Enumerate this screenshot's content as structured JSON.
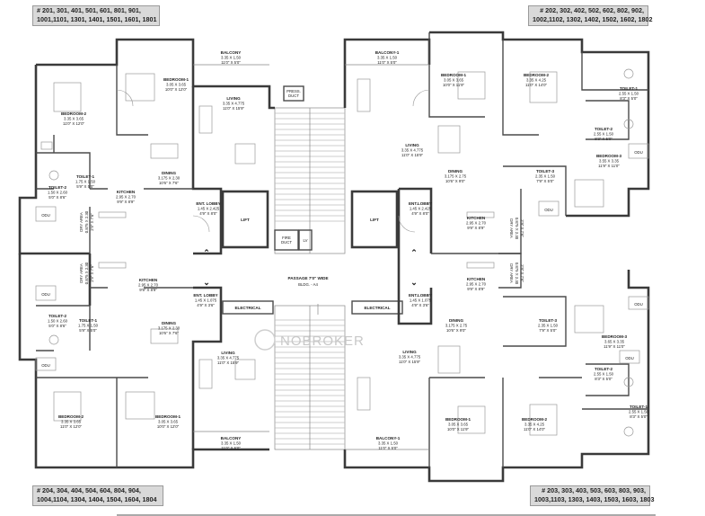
{
  "unit_labels": {
    "top_left": [
      "# 201, 301, 401, 501, 601, 801, 901,",
      "1001,1101, 1301, 1401, 1501, 1601, 1801"
    ],
    "top_right": [
      "# 202, 302, 402, 502, 602, 802, 902,",
      "1002,1102, 1302, 1402, 1502, 1602, 1802"
    ],
    "bottom_left": [
      "# 204, 304, 404, 504, 604, 804, 904,",
      "1004,1104, 1304, 1404, 1504, 1604, 1804"
    ],
    "bottom_right": [
      "# 203, 303, 403, 503, 603, 803, 903,",
      "1003,1103, 1303, 1403, 1503, 1603, 1803"
    ]
  },
  "rooms": [
    {
      "id": "tl-balcony",
      "name": "BALCONY",
      "dims": [
        "3.35 X 1.50",
        "11'0\" X 5'0\""
      ]
    },
    {
      "id": "tl-bed1",
      "name": "BEDROOM-1",
      "dims": [
        "3.05 X 3.65",
        "10'0\" X 12'0\""
      ]
    },
    {
      "id": "tl-bed2",
      "name": "BEDROOM-2",
      "dims": [
        "3.35 X 3.65",
        "11'0\" X 12'0\""
      ]
    },
    {
      "id": "tl-living",
      "name": "LIVING",
      "dims": [
        "3.35 X 4.775",
        "11'0\" X 15'9\""
      ]
    },
    {
      "id": "tl-toilet1",
      "name": "TOILET-1",
      "dims": [
        "1.75 X 1.50",
        "5'9\" X 5'0\""
      ]
    },
    {
      "id": "tl-toilet2",
      "name": "TOILET-2",
      "dims": [
        "1.50 X 2.60",
        "5'0\" X 8'6\""
      ]
    },
    {
      "id": "tl-dining",
      "name": "DINING",
      "dims": [
        "3.175 X 2.30",
        "10'6\" X 7'6\""
      ]
    },
    {
      "id": "tl-kitchen",
      "name": "KITCHEN",
      "dims": [
        "2.95 X 2.70",
        "9'9\" X 8'9\""
      ]
    },
    {
      "id": "tl-entlobby",
      "name": "ENT. LOBBY",
      "dims": [
        "1.45 X 2.425",
        "4'9\" X 8'0\""
      ]
    },
    {
      "id": "tl-dry",
      "name": "DRY AREA",
      "dims": [
        "0.875 X 2.30",
        "2'9\" X 7'6\""
      ]
    },
    {
      "id": "tr-balcony",
      "name": "BALCONY-1",
      "dims": [
        "3.35 X 1.50",
        "11'0\" X 5'0\""
      ]
    },
    {
      "id": "tr-bed1",
      "name": "BEDROOM-1",
      "dims": [
        "3.05 X 3.65",
        "10'0\" X 11'9\""
      ]
    },
    {
      "id": "tr-bed2",
      "name": "BEDROOM-2",
      "dims": [
        "3.35 X 4.25",
        "11'0\" X 14'0\""
      ]
    },
    {
      "id": "tr-toilet1",
      "name": "TOILET-1",
      "dims": [
        "2.55 X 1.50",
        "8'3\" X 5'0\""
      ]
    },
    {
      "id": "tr-toilet2",
      "name": "TOILET-2",
      "dims": [
        "2.55 X 1.50",
        "8'3\" X 5'0\""
      ]
    },
    {
      "id": "tr-living",
      "name": "LIVING",
      "dims": [
        "3.35 X 4.775",
        "11'0\" X 15'9\""
      ]
    },
    {
      "id": "tr-dining",
      "name": "DINING",
      "dims": [
        "3.175 X 2.75",
        "10'6\" X 9'0\""
      ]
    },
    {
      "id": "tr-bed3",
      "name": "BEDROOM-3",
      "dims": [
        "3.55 X 3.35",
        "11'9\" X 11'0\""
      ]
    },
    {
      "id": "tr-toilet3",
      "name": "TOILET-3",
      "dims": [
        "2.35 X 1.50",
        "7'9\" X 5'0\""
      ]
    },
    {
      "id": "tr-entlobby",
      "name": "ENT.LOBBY",
      "dims": [
        "1.45 X 2.425",
        "4'9\" X 8'0\""
      ]
    },
    {
      "id": "tr-kitchen",
      "name": "KITCHEN",
      "dims": [
        "2.95 X 2.70",
        "9'9\" X 8'9\""
      ]
    },
    {
      "id": "tr-dry",
      "name": "DRY AREA",
      "dims": [
        "0.875 X 2.30",
        "2'9\" X 7'6\""
      ]
    },
    {
      "id": "bl-kitchen",
      "name": "KITCHEN",
      "dims": [
        "2.95 X 2.70",
        "9'9\" X 8'9\""
      ]
    },
    {
      "id": "bl-dry",
      "name": "DRY AREA",
      "dims": [
        "0.875 X 2.30",
        "2'9\" X 7'6\""
      ]
    },
    {
      "id": "bl-entlobby",
      "name": "ENT. LOBBY",
      "dims": [
        "1.45 X 1.075",
        "4'9\" X 3'6\""
      ]
    },
    {
      "id": "bl-toilet2",
      "name": "TOILET-2",
      "dims": [
        "1.50 X 2.60",
        "5'0\" X 8'6\""
      ]
    },
    {
      "id": "bl-toilet1",
      "name": "TOILET-1",
      "dims": [
        "1.75 X 1.50",
        "5'9\" X 5'0\""
      ]
    },
    {
      "id": "bl-dining",
      "name": "DINING",
      "dims": [
        "3.175 X 2.30",
        "10'6\" X 7'6\""
      ]
    },
    {
      "id": "bl-living",
      "name": "LIVING",
      "dims": [
        "3.35 X 4.775",
        "11'0\" X 15'9\""
      ]
    },
    {
      "id": "bl-bed2",
      "name": "BEDROOM-2",
      "dims": [
        "3.35 X 3.65",
        "11'0\" X 12'0\""
      ]
    },
    {
      "id": "bl-bed1",
      "name": "BEDROOM-1",
      "dims": [
        "3.05 X 3.65",
        "10'0\" X 12'0\""
      ]
    },
    {
      "id": "bl-balcony",
      "name": "BALCONY",
      "dims": [
        "3.35 X 1.50",
        "11'0\" X 5'0\""
      ]
    },
    {
      "id": "br-entlobby",
      "name": "ENT.LOBBY",
      "dims": [
        "1.45 X 1.075",
        "4'9\" X 3'6\""
      ]
    },
    {
      "id": "br-kitchen",
      "name": "KITCHEN",
      "dims": [
        "2.95 X 2.70",
        "9'9\" X 8'9\""
      ]
    },
    {
      "id": "br-dry",
      "name": "DRY AREA",
      "dims": [
        "0.875 X 2.30",
        "2'9\" X 7'6\""
      ]
    },
    {
      "id": "br-toilet3",
      "name": "TOILET-3",
      "dims": [
        "2.35 X 1.50",
        "7'9\" X 5'0\""
      ]
    },
    {
      "id": "br-dining",
      "name": "DINING",
      "dims": [
        "3.175 X 2.75",
        "10'6\" X 9'0\""
      ]
    },
    {
      "id": "br-living",
      "name": "LIVING",
      "dims": [
        "3.35 X 4.775",
        "11'0\" X 15'9\""
      ]
    },
    {
      "id": "br-bed3",
      "name": "BEDROOM-3",
      "dims": [
        "3.65 X 3.35",
        "11'9\" X 11'0\""
      ]
    },
    {
      "id": "br-toilet2",
      "name": "TOILET-2",
      "dims": [
        "2.55 X 1.50",
        "8'3\" X 5'0\""
      ]
    },
    {
      "id": "br-toilet1",
      "name": "TOILET-1",
      "dims": [
        "2.55 X 1.50",
        "8'3\" X 5'0\""
      ]
    },
    {
      "id": "br-bed1",
      "name": "BEDROOM-1",
      "dims": [
        "3.05 X 3.65",
        "10'0\" X 11'9\""
      ]
    },
    {
      "id": "br-bed2",
      "name": "BEDROOM-2",
      "dims": [
        "3.35 X 4.25",
        "11'0\" X 14'0\""
      ]
    },
    {
      "id": "br-balcony",
      "name": "BALCONY-1",
      "dims": [
        "3.35 X 1.50",
        "11'0\" X 5'0\""
      ]
    }
  ],
  "core": {
    "press_duct": [
      "PRESS.",
      "DUCT"
    ],
    "lift": "LIFT",
    "fire_duct": [
      "FIRE",
      "DUCT"
    ],
    "lv": "LV",
    "passage": "PASSAGE 7'0\" WIDE",
    "bldg": "BLDG. - A4",
    "electrical": "ELECTRICAL"
  },
  "odu_label": "ODU",
  "watermark": "NOBROKER"
}
